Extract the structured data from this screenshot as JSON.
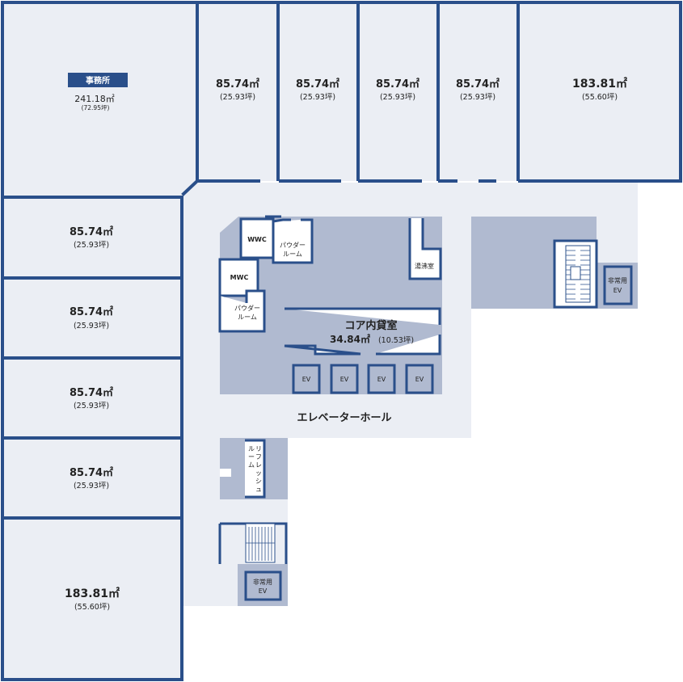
{
  "colors": {
    "wall": "#2a4f8a",
    "corridor": "#ebeef4",
    "core": "#b0bad0",
    "badge": "#2a4f8a",
    "text": "#222222"
  },
  "office": {
    "badge": "事務所",
    "area": "241.18㎡",
    "tsubo": "(72.95坪)"
  },
  "top_rooms": [
    {
      "area": "85.74㎡",
      "tsubo": "(25.93坪)"
    },
    {
      "area": "85.74㎡",
      "tsubo": "(25.93坪)"
    },
    {
      "area": "85.74㎡",
      "tsubo": "(25.93坪)"
    },
    {
      "area": "85.74㎡",
      "tsubo": "(25.93坪)"
    },
    {
      "area": "183.81㎡",
      "tsubo": "(55.60坪)"
    }
  ],
  "left_rooms": [
    {
      "area": "85.74㎡",
      "tsubo": "(25.93坪)"
    },
    {
      "area": "85.74㎡",
      "tsubo": "(25.93坪)"
    },
    {
      "area": "85.74㎡",
      "tsubo": "(25.93坪)"
    },
    {
      "area": "85.74㎡",
      "tsubo": "(25.93坪)"
    },
    {
      "area": "183.81㎡",
      "tsubo": "(55.60坪)"
    }
  ],
  "core": {
    "name": "コア内貸室",
    "area": "34.84㎡",
    "tsubo": "(10.53坪)",
    "wwc": "WWC",
    "mwc": "MWC",
    "powder_line1": "パウダー",
    "powder_line2": "ルーム",
    "cleaning": "湯沸室",
    "ev": [
      "EV",
      "EV",
      "EV",
      "EV"
    ]
  },
  "elevator_hall": "エレベーターホール",
  "refresh": {
    "col1": [
      "ル",
      "ー",
      "ム"
    ],
    "col2": [
      "リ",
      "フ",
      "レ",
      "ッ",
      "シ",
      "ュ"
    ]
  },
  "emergency_ev": {
    "line1": "非常用",
    "line2": "EV"
  }
}
